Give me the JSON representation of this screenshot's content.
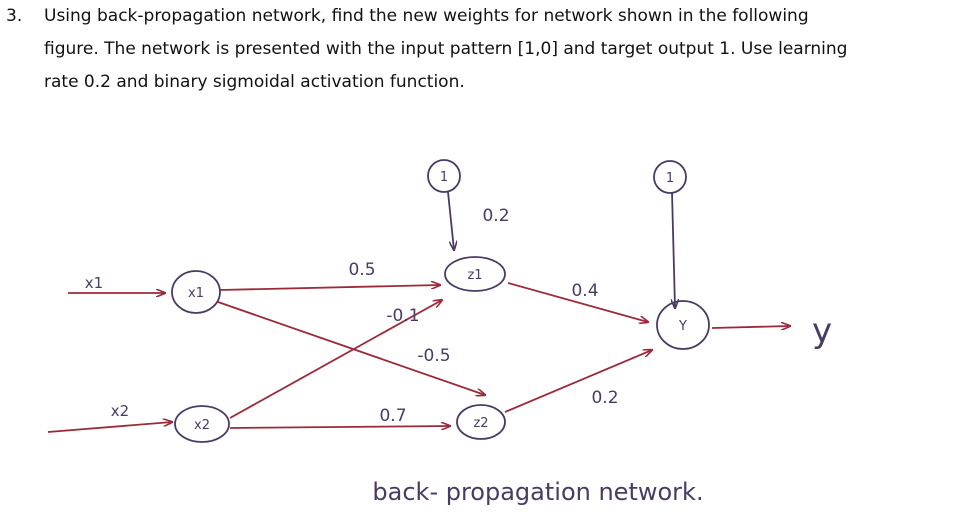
{
  "question": {
    "number": "3.",
    "lines": [
      "Using back-propagation network, find the new weights for network shown in the following",
      "figure. The network is presented with the input pattern [1,0] and target output 1. Use learning",
      "rate 0.2 and binary sigmoidal activation function."
    ]
  },
  "diagram": {
    "input_labels": {
      "x1": "x1",
      "x2": "x2"
    },
    "nodes": {
      "input1": "x1",
      "input2": "x2",
      "hidden1": "z1",
      "hidden2": "z2",
      "output": "Y",
      "bias_hidden": "1",
      "bias_output": "1"
    },
    "weights": {
      "x1_z1": "0.5",
      "x1_z2": "-0.1",
      "x2_z1": "-0.5",
      "x2_z2": "0.7",
      "bias_z1": "0.2",
      "z1_y": "0.4",
      "z2_y": "0.2"
    },
    "output_label": "y",
    "caption": "back- propagation network."
  },
  "colors": {
    "ink": "#4a3b63",
    "arrow": "#9b2a3a",
    "text": "#111111"
  }
}
